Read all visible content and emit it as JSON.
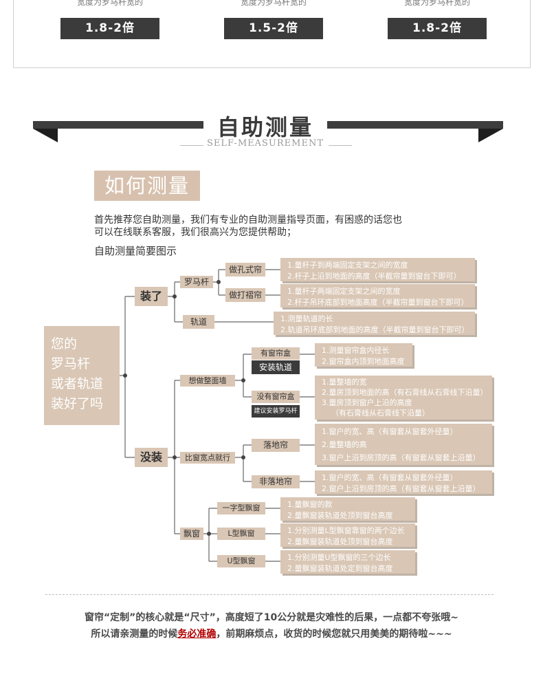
{
  "ratios": [
    {
      "caption": "宽度为罗马杆宽的",
      "value": "1.8-2倍"
    },
    {
      "caption": "宽度为罗马杆宽的",
      "value": "1.5-2倍"
    },
    {
      "caption": "宽度为罗马杆宽的",
      "value": "1.8-2倍"
    }
  ],
  "banner": {
    "title": "自助测量",
    "subtitle": "SELF-MEASUREMENT"
  },
  "how": {
    "title": "如何测量",
    "intro_line1": "首先推荐您自助测量，我们有专业的自助测量指导页面，有困惑的话您也",
    "intro_line2": "可以在线联系客服，我们很高兴为您提供帮助；",
    "diagram_label": "自助测量简要图示"
  },
  "diagram": {
    "root": "您的\n罗马杆\n或者轨道\n装好了吗",
    "installed": {
      "label": "装了",
      "roman_rod": "罗马杆",
      "hole_type": {
        "label": "做孔式帘",
        "lines": [
          "1.量杆子到两端固定支架之间的宽度",
          "2.杆子上沿到地面的高度（半截帘量到窗台下即可）"
        ]
      },
      "pleat_type": {
        "label": "做打褶帘",
        "lines": [
          "1.量杆子两端固定支架之间的宽度",
          "2.杆子吊环底部到地面高度（半截帘量到窗台下即可）"
        ]
      },
      "track": {
        "label": "轨道",
        "lines": [
          "1.测量轨道的长",
          "2.轨道吊环底部到地面的高度（半截帘量到窗台下即可）"
        ]
      }
    },
    "not_installed": {
      "label": "没装",
      "full_wall": "想做整面墙",
      "with_box": {
        "label": "有窗帘盒",
        "sub": "安装轨道",
        "lines": [
          "1.测量窗帘盒内径长",
          "2.窗帘盒内顶到地面高度"
        ]
      },
      "without_box": {
        "label": "没有窗帘盒",
        "sub": "建议安装罗马杆",
        "lines": [
          "1.量整墙的宽",
          "2.量房顶到地面的高（有石膏线从石膏线下沿量）",
          "3.量房顶到窗户上沿的高度",
          "（有石膏线从石膏线下沿量）"
        ]
      },
      "wider_than_window": "比窗宽点就行",
      "floor_length": {
        "label": "落地帘",
        "lines": [
          "1.窗户的宽、高（有窗套从窗套外径量）",
          "2.量整墙的高",
          "3.窗户上沿到房顶的高（有窗套从窗套上沿量）"
        ]
      },
      "non_floor": {
        "label": "非落地帘",
        "lines": [
          "1.窗户的宽、高（有窗套从窗套外径量）",
          "2.窗户上沿到房顶的高（有窗套从窗套上沿量）"
        ]
      },
      "bay": "飘窗",
      "bay_straight": {
        "label": "一字型飘窗",
        "lines": [
          "1.量飘窗的款",
          "2.量飘窗装轨道处顶到窗台高度"
        ]
      },
      "bay_l": {
        "label": "L型飘窗",
        "lines": [
          "1.分别测量L型飘窗靠窗的两个边长",
          "2.量飘窗装轨道处顶到窗台高度"
        ]
      },
      "bay_u": {
        "label": "U型飘窗",
        "lines": [
          "1.分别测量U型飘窗的三个边长",
          "2.量飘窗装轨道处定到窗台高度"
        ]
      }
    }
  },
  "footer": {
    "line1": "窗帘“定制”的核心就是“尺寸”，高度短了10公分就是灾难性的后果，一点都不夸张哦~",
    "line2_before": "所以请亲测量的时候",
    "line2_emphasis": "务必准确",
    "line2_after": "，前期麻烦点，收货的时候您就只用美美的期待啦~~~"
  },
  "colors": {
    "node": "#d9c6b4",
    "dark": "#3b3b3b",
    "accent": "#b10000"
  }
}
